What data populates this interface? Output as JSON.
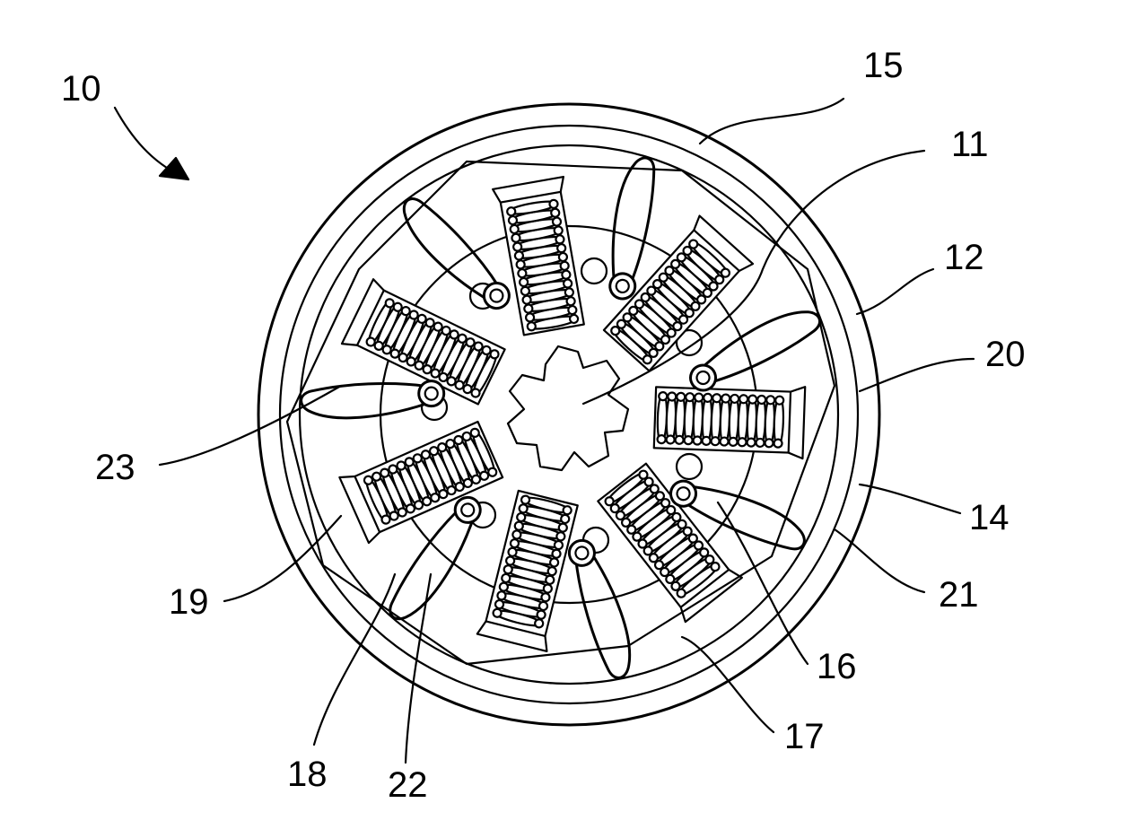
{
  "labels": {
    "n10": "10",
    "n11": "11",
    "n12": "12",
    "n14": "14",
    "n15": "15",
    "n16": "16",
    "n17": "17",
    "n18": "18",
    "n19": "19",
    "n20": "20",
    "n21": "21",
    "n22": "22",
    "n23": "23"
  }
}
